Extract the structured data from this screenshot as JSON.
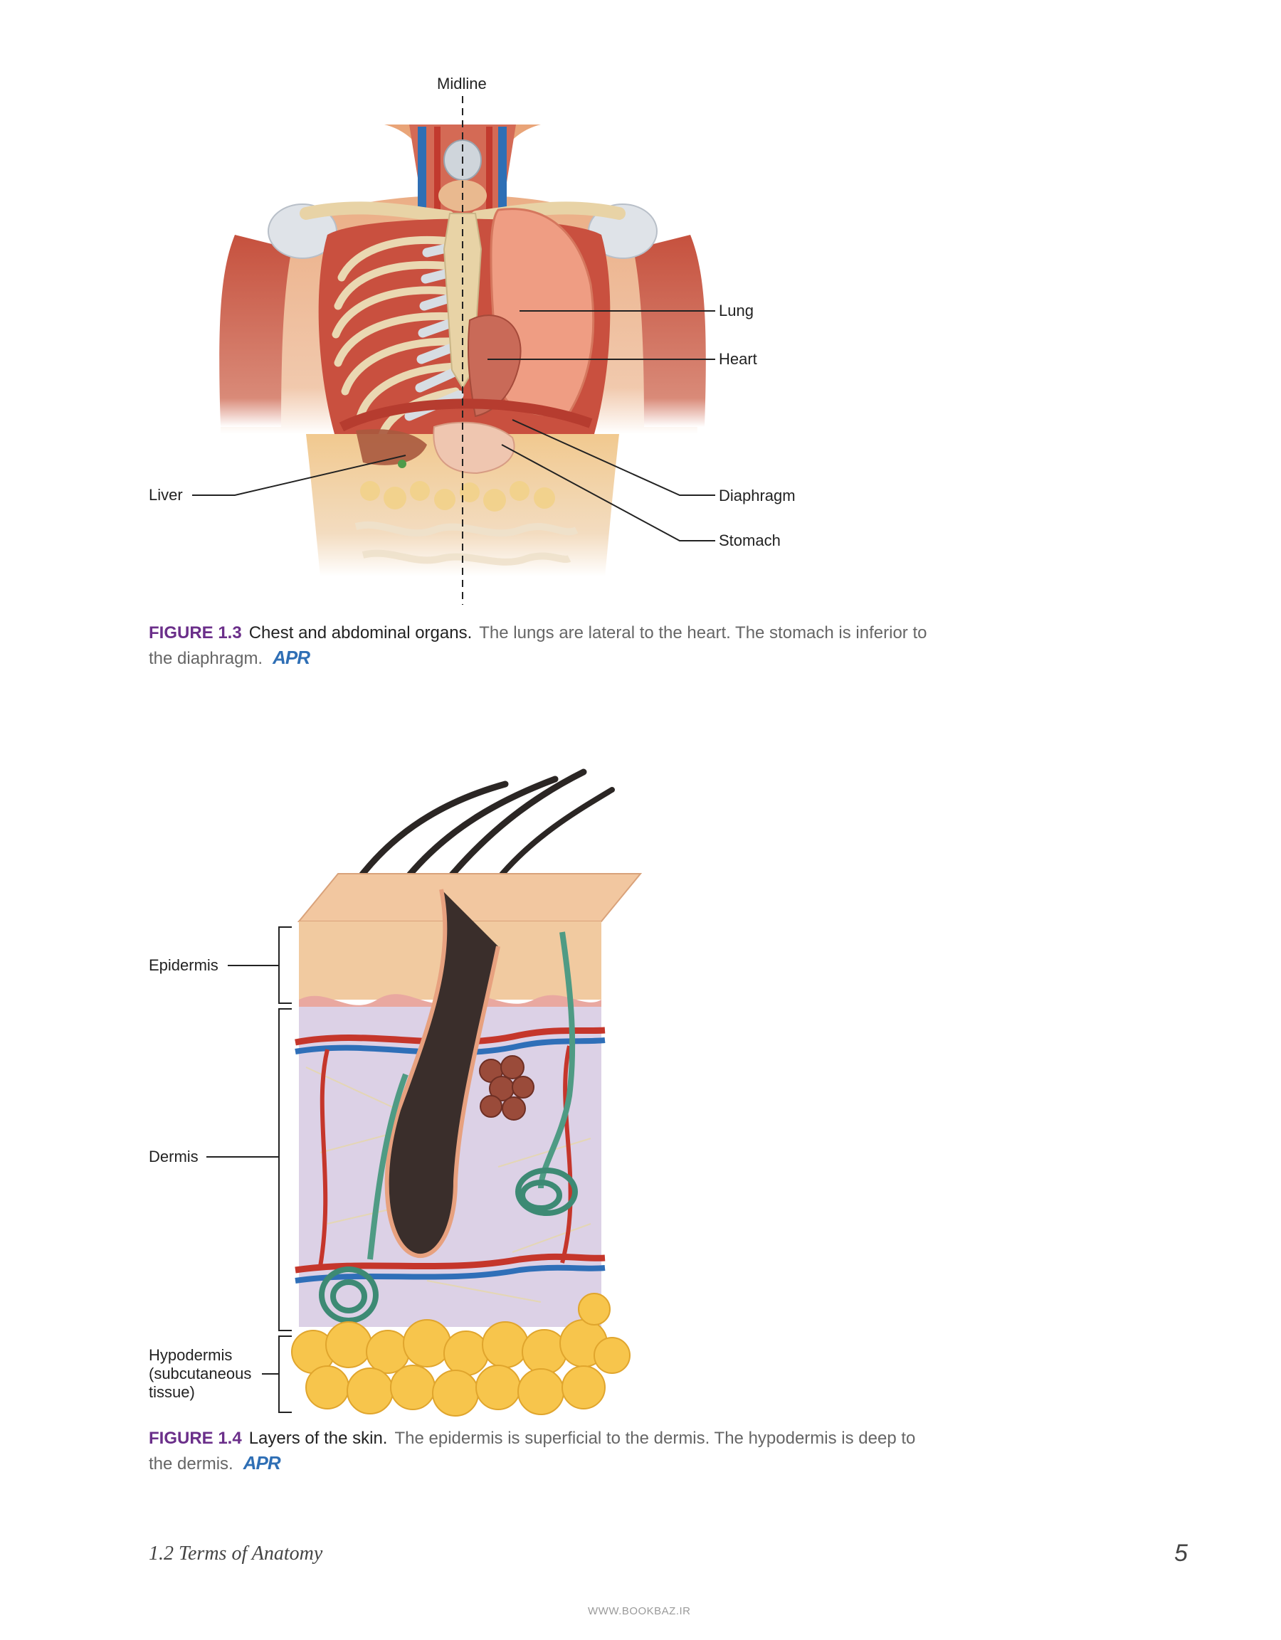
{
  "figure_1_3": {
    "midline_label": "Midline",
    "labels": {
      "lung": "Lung",
      "heart": "Heart",
      "liver": "Liver",
      "diaphragm": "Diaphragm",
      "stomach": "Stomach"
    },
    "caption": {
      "number": "FIGURE 1.3",
      "title": "Chest and abdominal organs.",
      "text": "The lungs are lateral to the heart. The stomach is inferior to the diaphragm.",
      "badge": "APR"
    }
  },
  "figure_1_4": {
    "labels": {
      "epidermis": "Epidermis",
      "dermis": "Dermis",
      "hypodermis_line1": "Hypodermis",
      "hypodermis_line2": "(subcutaneous",
      "hypodermis_line3": "tissue)"
    },
    "caption": {
      "number": "FIGURE 1.4",
      "title": "Layers of the skin.",
      "text": "The epidermis is superficial to the dermis. The hypodermis is deep to the dermis.",
      "badge": "APR"
    }
  },
  "footer": {
    "section_title": "1.2 Terms of Anatomy",
    "page_number": "5"
  },
  "watermark": "WWW.BOOKBAZ.IR"
}
